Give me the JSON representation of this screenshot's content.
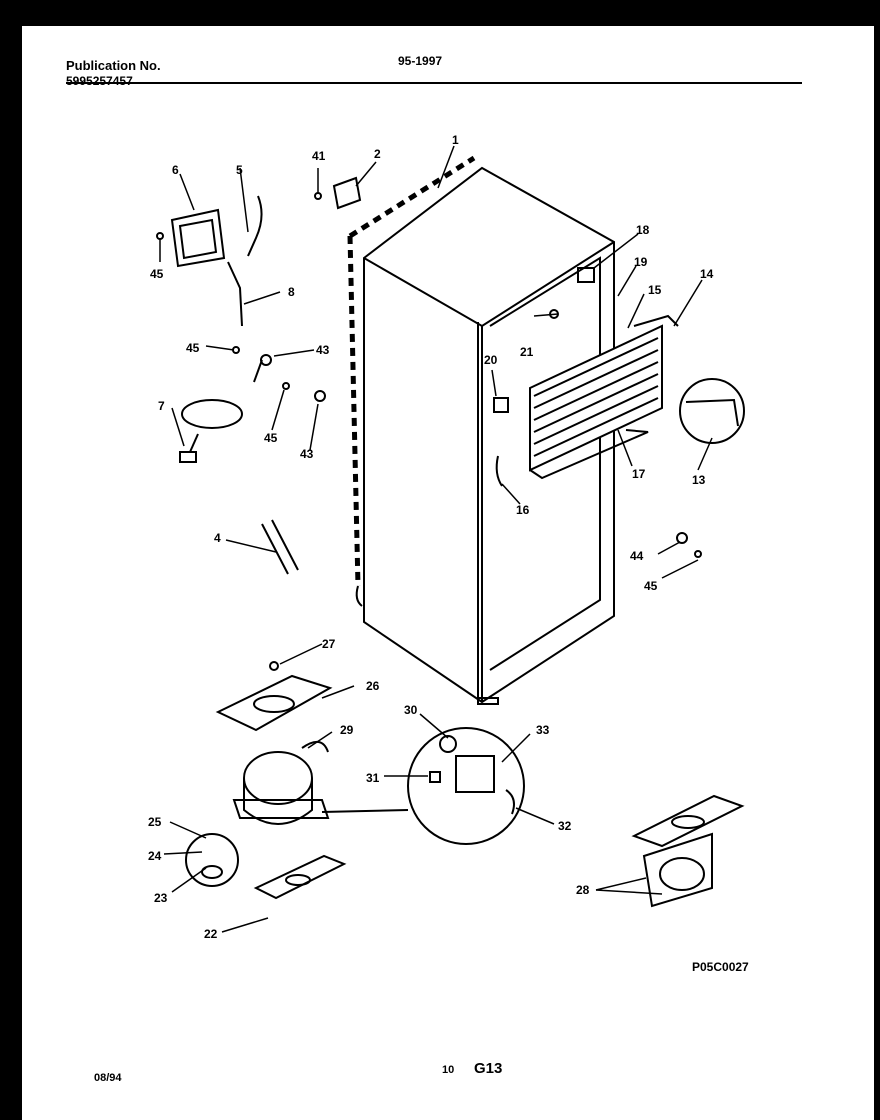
{
  "header": {
    "publication_label": "Publication No.",
    "publication_number": "5995257457",
    "model": "95-1997"
  },
  "footer": {
    "date": "08/94",
    "page": "10",
    "section": "G13",
    "figure_code": "P05C0027"
  },
  "callouts": [
    "1",
    "2",
    "4",
    "5",
    "6",
    "7",
    "8",
    "13",
    "14",
    "15",
    "16",
    "17",
    "18",
    "19",
    "20",
    "21",
    "22",
    "23",
    "24",
    "25",
    "26",
    "27",
    "28",
    "29",
    "30",
    "31",
    "32",
    "33",
    "41",
    "43",
    "44",
    "45"
  ]
}
